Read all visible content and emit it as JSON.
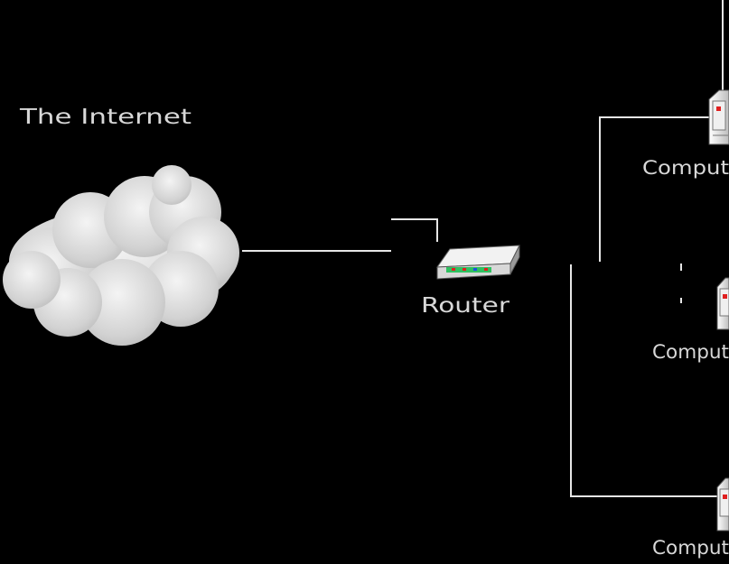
{
  "diagram": {
    "internet_label": "The Internet",
    "router_label": "Router",
    "computers": [
      {
        "label": "Comput"
      },
      {
        "label": "Comput"
      },
      {
        "label": "Comput"
      }
    ],
    "colors": {
      "background": "#000000",
      "wire": "#e6e6e6",
      "text": "#d8d8d8",
      "cloud": "#d9d9d9",
      "device_body": "#eeeeee",
      "device_led": "#e02020",
      "router_lights": "#30c060"
    },
    "icons": [
      "cloud-icon",
      "router-icon",
      "computer-icon"
    ]
  }
}
